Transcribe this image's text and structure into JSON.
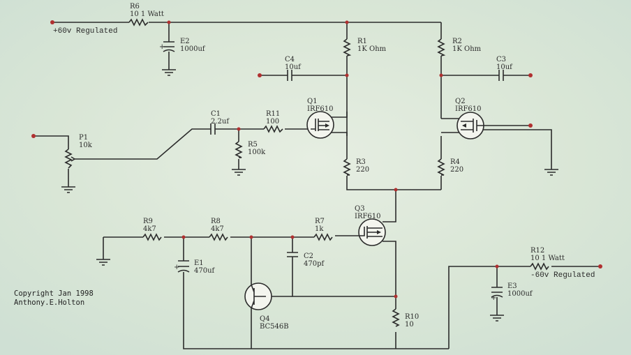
{
  "components": {
    "R6": {
      "ref": "R6",
      "value": "10 1 Watt"
    },
    "E2": {
      "ref": "E2",
      "value": "1000uf"
    },
    "R1": {
      "ref": "R1",
      "value": "1K Ohm"
    },
    "R2": {
      "ref": "R2",
      "value": "1K Ohm"
    },
    "C4": {
      "ref": "C4",
      "value": "10uf"
    },
    "C3": {
      "ref": "C3",
      "value": "10uf"
    },
    "Q1": {
      "ref": "Q1",
      "value": "IRF610"
    },
    "Q2": {
      "ref": "Q2",
      "value": "IRF610"
    },
    "C1": {
      "ref": "C1",
      "value": "2.2uf"
    },
    "R11": {
      "ref": "R11",
      "value": "100"
    },
    "P1": {
      "ref": "P1",
      "value": "10k"
    },
    "R5": {
      "ref": "R5",
      "value": "100k"
    },
    "R3": {
      "ref": "R3",
      "value": "220"
    },
    "R4": {
      "ref": "R4",
      "value": "220"
    },
    "Q3": {
      "ref": "Q3",
      "value": "IRF610"
    },
    "R9": {
      "ref": "R9",
      "value": "4k7"
    },
    "R8": {
      "ref": "R8",
      "value": "4k7"
    },
    "R7": {
      "ref": "R7",
      "value": "1k"
    },
    "C2": {
      "ref": "C2",
      "value": "470pf"
    },
    "E1": {
      "ref": "E1",
      "value": "470uf"
    },
    "Q4": {
      "ref": "Q4",
      "value": "BC546B"
    },
    "R10": {
      "ref": "R10",
      "value": "10"
    },
    "R12": {
      "ref": "R12",
      "value": "10 1 Watt"
    },
    "E3": {
      "ref": "E3",
      "value": "1000uf"
    }
  },
  "rails": {
    "positive": "+60v Regulated",
    "negative": "-60v Regulated"
  },
  "copyright": {
    "line1": "Copyright Jan 1998",
    "line2": "Anthony.E.Holton"
  },
  "colors": {
    "paper": "#dde8d8",
    "wire": "#2b2b2b",
    "terminal": "#b03030"
  }
}
